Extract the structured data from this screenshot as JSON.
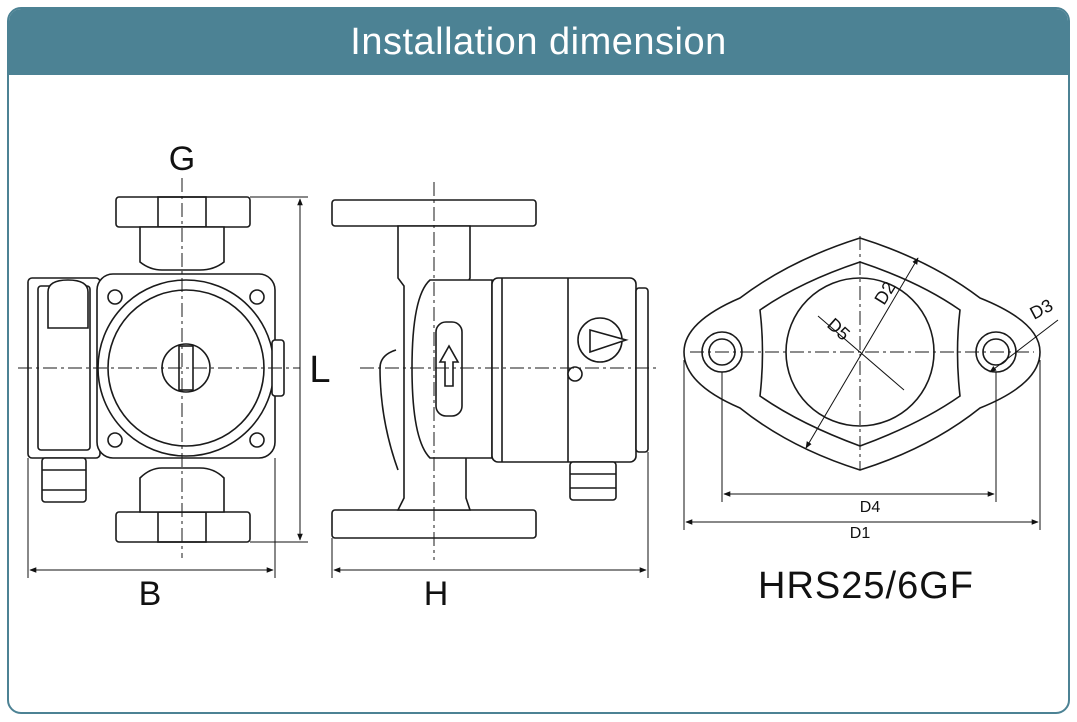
{
  "header": {
    "title": "Installation dimension"
  },
  "front_view": {
    "top_label": "G",
    "bottom_label": "B",
    "height_label": "L"
  },
  "side_view": {
    "bottom_label": "H"
  },
  "flange_view": {
    "labels": {
      "d1": "D1",
      "d2": "D2",
      "d3": "D3",
      "d4": "D4",
      "d5": "D5"
    },
    "model": "HRS25/6GF"
  },
  "colors": {
    "header_bg": "#4c8294",
    "header_text": "#ffffff",
    "line": "#1a1a1a",
    "body_fill": "#ffffff"
  }
}
